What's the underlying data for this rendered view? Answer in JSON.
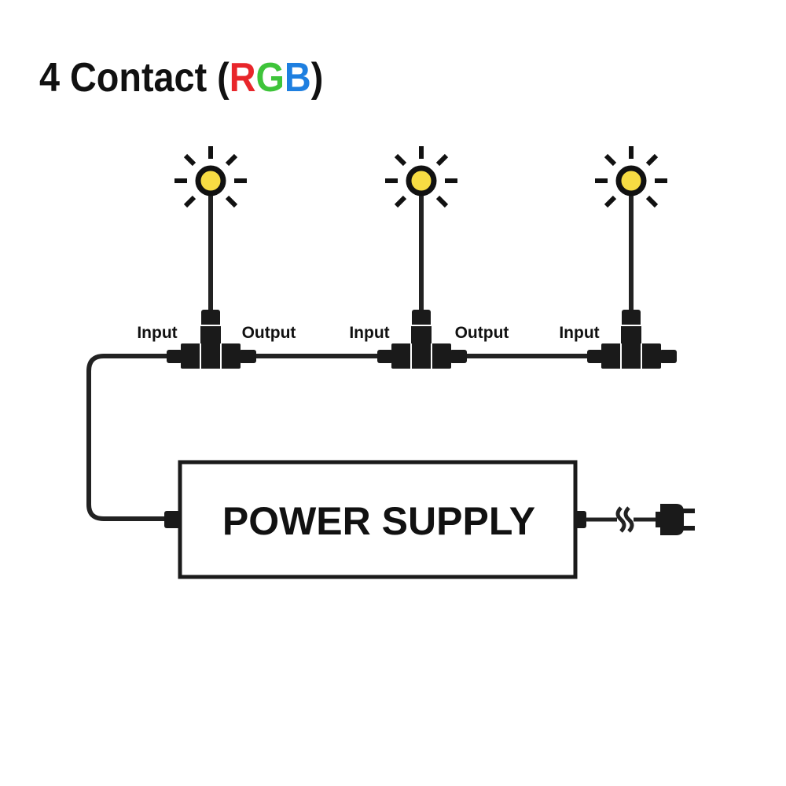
{
  "title": {
    "prefix": "4 Contact (",
    "letter_r": "R",
    "letter_g": "G",
    "letter_b": "B",
    "suffix": ")"
  },
  "colors": {
    "text": "#111111",
    "wire": "#222222",
    "connector": "#1a1a1a",
    "red": "#e8262b",
    "green": "#3ec43a",
    "blue": "#1e7fe0",
    "lamp": "#f7dc43"
  },
  "connectors": [
    {
      "input_label": "Input",
      "output_label": "Output"
    },
    {
      "input_label": "Input",
      "output_label": "Output"
    },
    {
      "input_label": "Input"
    }
  ],
  "power_supply": {
    "label": "POWER SUPPLY"
  },
  "icons": [
    "light-bulb-icon",
    "t-connector-icon",
    "plug-icon"
  ]
}
